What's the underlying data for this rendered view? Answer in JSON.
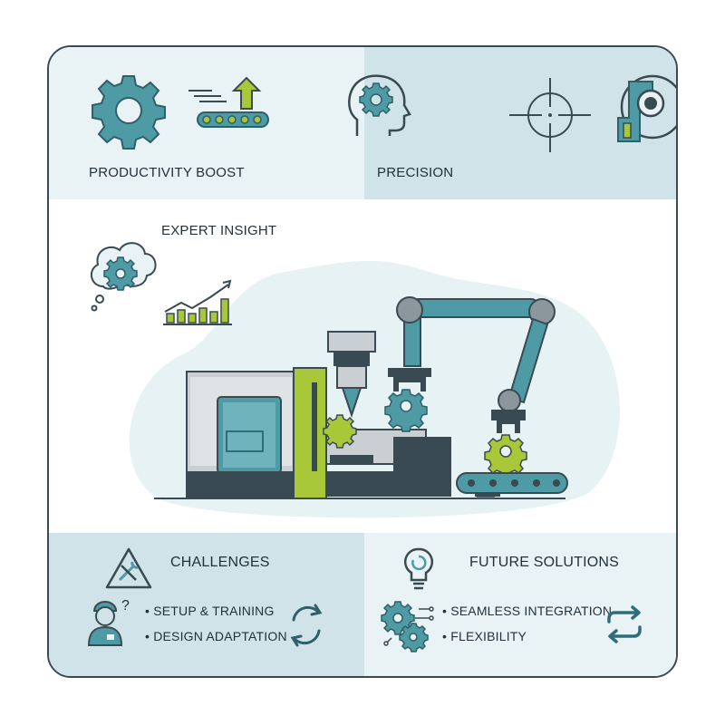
{
  "top": {
    "left_label": "PRODUCTIVITY BOOST",
    "right_label": "PRECISION"
  },
  "center": {
    "insight_label": "EXPERT INSIGHT"
  },
  "challenges": {
    "title": "CHALLENGES",
    "items": [
      "SETUP & TRAINING",
      "DESIGN ADAPTATION"
    ],
    "question_mark": "?"
  },
  "future": {
    "title": "FUTURE SOLUTIONS",
    "items": [
      "SEAMLESS INTEGRATION",
      "FLEXIBILITY"
    ]
  },
  "colors": {
    "teal": "#4e9aa5",
    "dark_teal": "#2f6d78",
    "lime": "#a8c83a",
    "dark": "#3a4a52",
    "panel_light": "#e9f3f5",
    "panel_mid": "#cfe3e8"
  },
  "icons": [
    "gear-icon",
    "conveyor-arrow-icon",
    "head-gear-icon",
    "crosshair-icon",
    "camera-lens-icon",
    "thought-gear-icon",
    "growth-chart-icon",
    "warning-tools-icon",
    "worker-icon",
    "cycle-arrows-icon",
    "lightbulb-icon",
    "gears-network-icon",
    "swap-arrows-icon"
  ]
}
